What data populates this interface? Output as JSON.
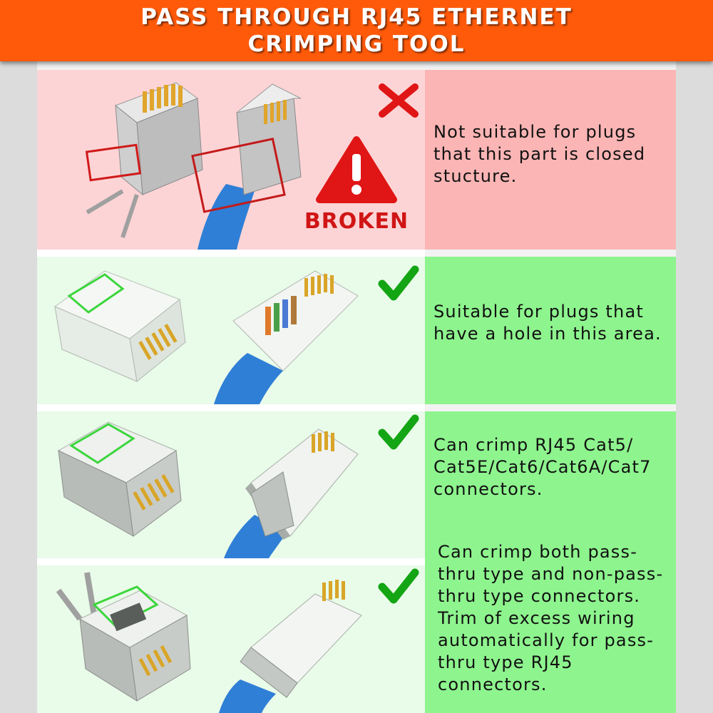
{
  "header": {
    "title_line1": "PASS THROUGH RJ45 ETHERNET",
    "title_line2": "CRIMPING TOOL"
  },
  "colors": {
    "banner": "#ff5a0a",
    "bad_text_bg": "#fbb5b5",
    "good_text_bg": "#8ef48e",
    "cross": "#e01515",
    "check": "#13a513",
    "highlight_box": "#3cd63c",
    "cable": "#2f7fd6"
  },
  "sections": [
    {
      "status": "cross-icon",
      "warning_label": "BROKEN",
      "text": "Not suitable for plugs that this part is closed stucture."
    },
    {
      "status": "check-icon",
      "text": "Suitable for plugs that have a hole in this area."
    },
    {
      "status": "check-icon",
      "text": "Can crimp RJ45 Cat5/ Cat5E/Cat6/Cat6A/Cat7 connectors."
    },
    {
      "status": "check-icon",
      "text": "Can crimp both pass-thru type and non-pass-thru type connectors. Trim of excess wiring automatically for pass-thru type RJ45 connectors."
    }
  ]
}
